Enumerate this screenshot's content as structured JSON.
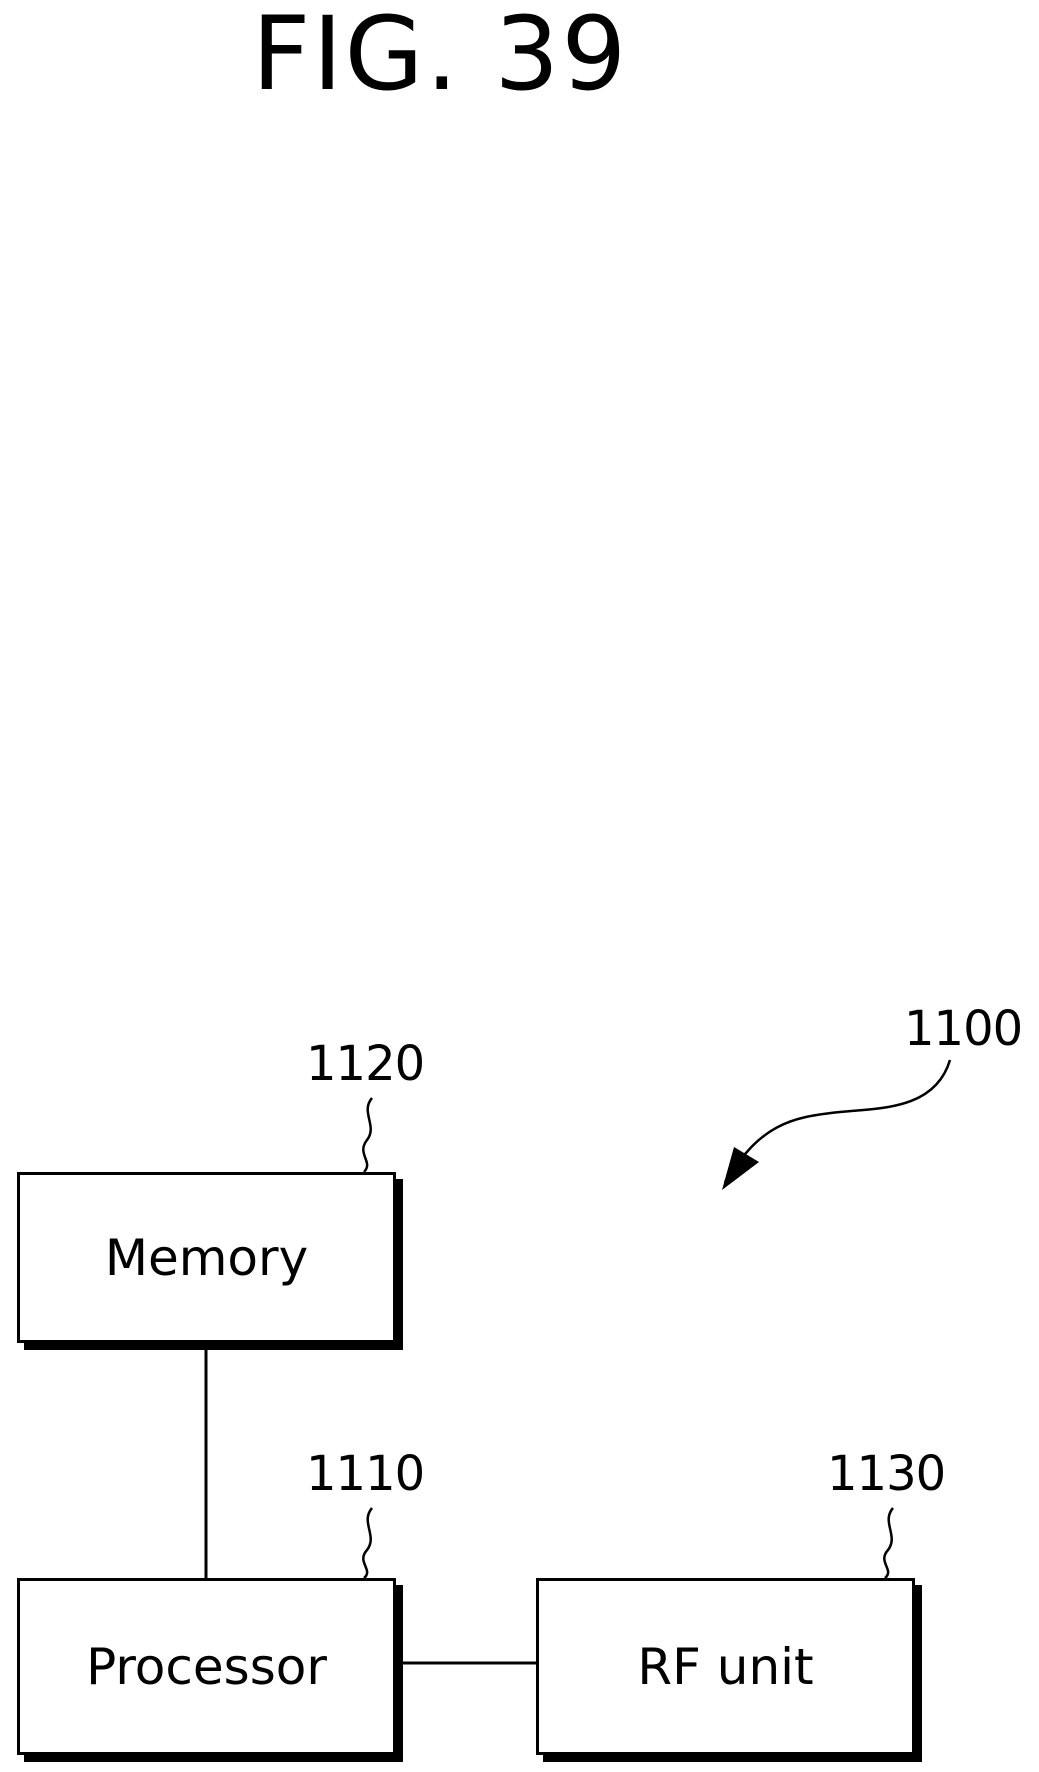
{
  "figure": {
    "title": "FIG. 39"
  },
  "diagram": {
    "system_ref": "1100",
    "blocks": {
      "memory": {
        "label": "Memory",
        "ref": "1120"
      },
      "processor": {
        "label": "Processor",
        "ref": "1110"
      },
      "rf_unit": {
        "label": "RF unit",
        "ref": "1130"
      }
    },
    "connections": [
      {
        "from": "memory",
        "to": "processor"
      },
      {
        "from": "processor",
        "to": "rf_unit"
      }
    ]
  }
}
